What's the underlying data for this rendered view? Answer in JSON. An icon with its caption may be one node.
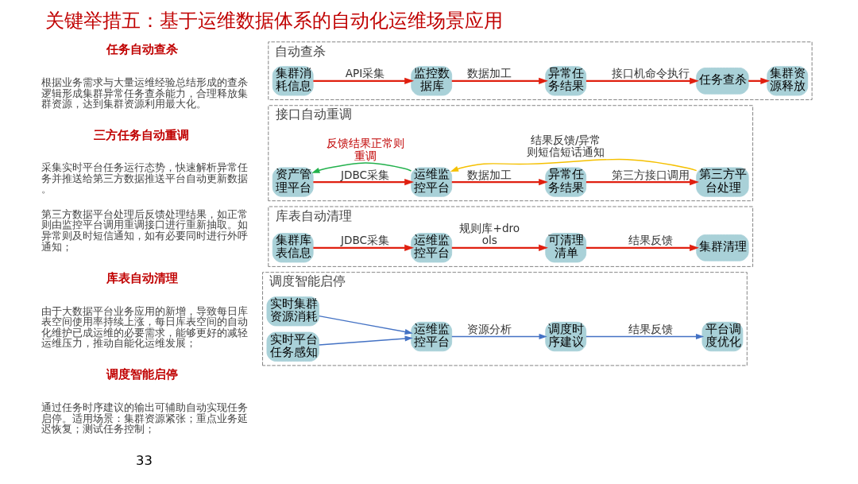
{
  "diagram": {
    "title": "关键举措五：基于运维数据体系的自动化运维场景应用",
    "nodes": [
      {
        "text": [
          "自动查杀"
        ]
      },
      {
        "text": [
          "集群消耗信息"
        ],
        "in": 0
      },
      {
        "text": [
          "监控数据库"
        ],
        "in": 0
      },
      {
        "text": [
          "异常任务结果"
        ],
        "in": 0
      },
      {
        "text": [
          "任务查杀"
        ],
        "in": 0
      },
      {
        "text": [
          "集群资源释放"
        ],
        "in": 0
      },
      {
        "text": [
          "接口自动重调"
        ]
      },
      {
        "text": [
          "资产管理平台"
        ],
        "in": 6
      },
      {
        "text": [
          "运维监控平台"
        ],
        "in": 6
      },
      {
        "text": [
          "异常任务结果"
        ],
        "in": 6
      },
      {
        "text": [
          "第三方平台处理"
        ],
        "in": 6
      },
      {
        "text": [
          "库表自动清理"
        ]
      },
      {
        "text": [
          "集群库表信息"
        ],
        "in": 11
      },
      {
        "text": [
          "运维监控平台"
        ],
        "in": 11
      },
      {
        "text": [
          "可清理清单"
        ],
        "in": 11
      },
      {
        "text": [
          "集群清理"
        ],
        "in": 11
      },
      {
        "text": [
          "调度智能启停"
        ]
      },
      {
        "text": [
          "实时集群资源消耗"
        ],
        "in": 16
      },
      {
        "text": [
          "实时平台任务感知"
        ],
        "in": 16
      },
      {
        "text": [
          "运维监控平台"
        ],
        "in": 16
      },
      {
        "text": [
          "调度时序建议"
        ],
        "in": 16
      },
      {
        "text": [
          "平台调度优化"
        ],
        "in": 16
      }
    ],
    "edges": [
      {
        "from": 1,
        "to": 2,
        "arrow": "to",
        "label": "API采集"
      },
      {
        "from": 2,
        "to": 3,
        "arrow": "to",
        "label": "数据加工"
      },
      {
        "from": 3,
        "to": 4,
        "arrow": "to",
        "label": "接口机命令执行"
      },
      {
        "from": 4,
        "to": 5,
        "arrow": "to"
      },
      {
        "from": 7,
        "to": 8,
        "arrow": "to",
        "label": "JDBC采集"
      },
      {
        "from": 8,
        "to": 9,
        "arrow": "to",
        "label": "数据加工"
      },
      {
        "from": 9,
        "to": 10,
        "arrow": "to",
        "label": "第三方接口调用"
      },
      {
        "from": 8,
        "to": 7,
        "arrow": "to",
        "label": "反馈结果正常则重调",
        "color": "#22b14c"
      },
      {
        "from": 10,
        "to": 8,
        "arrow": "to",
        "label": "结果反馈/异常则短信短话通知",
        "color": "#f5c000"
      },
      {
        "from": 12,
        "to": 13,
        "arrow": "to",
        "label": "JDBC采集"
      },
      {
        "from": 13,
        "to": 14,
        "arrow": "to",
        "label": "规则库+drools"
      },
      {
        "from": 14,
        "to": 15,
        "arrow": "to",
        "label": "结果反馈"
      },
      {
        "from": 17,
        "to": 19,
        "arrow": "to",
        "color": "#4472c4"
      },
      {
        "from": 18,
        "to": 19,
        "arrow": "to",
        "color": "#4472c4"
      },
      {
        "from": 19,
        "to": 20,
        "arrow": "to",
        "label": "资源分析",
        "color": "#4472c4"
      },
      {
        "from": 20,
        "to": 21,
        "arrow": "to",
        "label": "结果反馈",
        "color": "#4472c4"
      }
    ],
    "labels": [
      "任务自动查杀",
      "根据业务需求与大量运维经验总结形成的查杀逻辑形成集群异常任务查杀能力，合理释放集群资源，达到集群资源利用最大化。",
      "三方任务自动重调",
      "采集实时平台任务运行态势，快速解析异常任务并推送给第三方数据推送平台自动更新数据。",
      "第三方数据平台处理后反馈处理结果，如正常则由监控平台调用重调接口进行重新抽取。如异常则及时短信通知，如有必要同时进行外呼通知；",
      "库表自动清理",
      "由于大数据平台业务应用的新增，导致每日库表空间使用率持续上涨，每日库表空间的自动化维护已成运维的必要需求，能够更好的减轻运维压力，推动自能化运维发展；",
      "调度智能启停",
      "通过任务时序建议的输出可辅助自动实现任务启停。适用场景：集群资源紧张；重点业务延迟恢复；测试任务控制；",
      "33"
    ]
  }
}
